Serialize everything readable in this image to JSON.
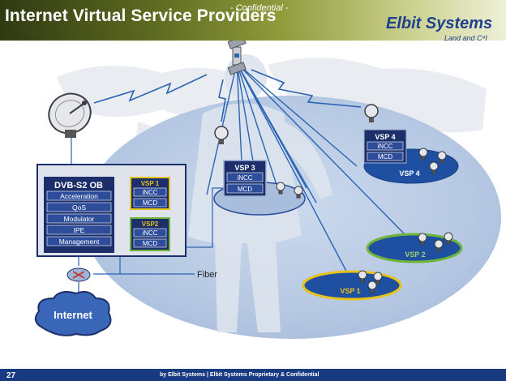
{
  "slide": {
    "title": "Internet Virtual Service Providers",
    "confidential": "- Confidential -",
    "logo": {
      "name": "Elbit Systems",
      "sub": "Land and C⁴I"
    },
    "page_number": "27",
    "footer": "by Elbit Systems | Elbit Systems Proprietary & Confidential"
  },
  "hub": {
    "title": "DVB-S2 OB",
    "modules": [
      "Acceleration",
      "QoS",
      "Modulator",
      "IPE",
      "Management"
    ]
  },
  "vsp_boxes": [
    {
      "title": "VSP 1",
      "items": [
        "iNCC",
        "MCD"
      ]
    },
    {
      "title": "VSP2",
      "items": [
        "iNCC",
        "MCD"
      ]
    },
    {
      "title": "VSP 3",
      "items": [
        "iNCC",
        "MCD"
      ]
    },
    {
      "title": "VSP 4",
      "items": [
        "iNCC",
        "MCD"
      ]
    }
  ],
  "clusters": [
    {
      "label": "VSP 4"
    },
    {
      "label": "VSP 2"
    },
    {
      "label": "VSP 1"
    }
  ],
  "labels": {
    "fiber": "Fiber",
    "internet": "Internet"
  },
  "colors": {
    "accent_yellow": "#e6c21b",
    "accent_green": "#6fb53a",
    "box_navy": "#1c2f6b",
    "module_blue": "#2d4d9a"
  }
}
